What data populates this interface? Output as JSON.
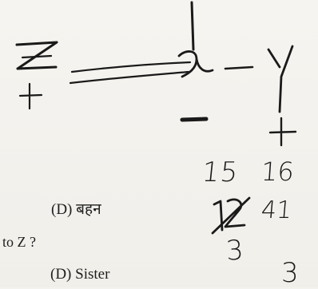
{
  "printed": {
    "option_d_hindi": "(D)  बहन",
    "question_fragment": "to Z ?",
    "option_d_english": "(D)  Sister"
  },
  "handwriting": {
    "n1": "15",
    "n2": "16",
    "n3": "41",
    "n4": "3",
    "n5": "3"
  }
}
